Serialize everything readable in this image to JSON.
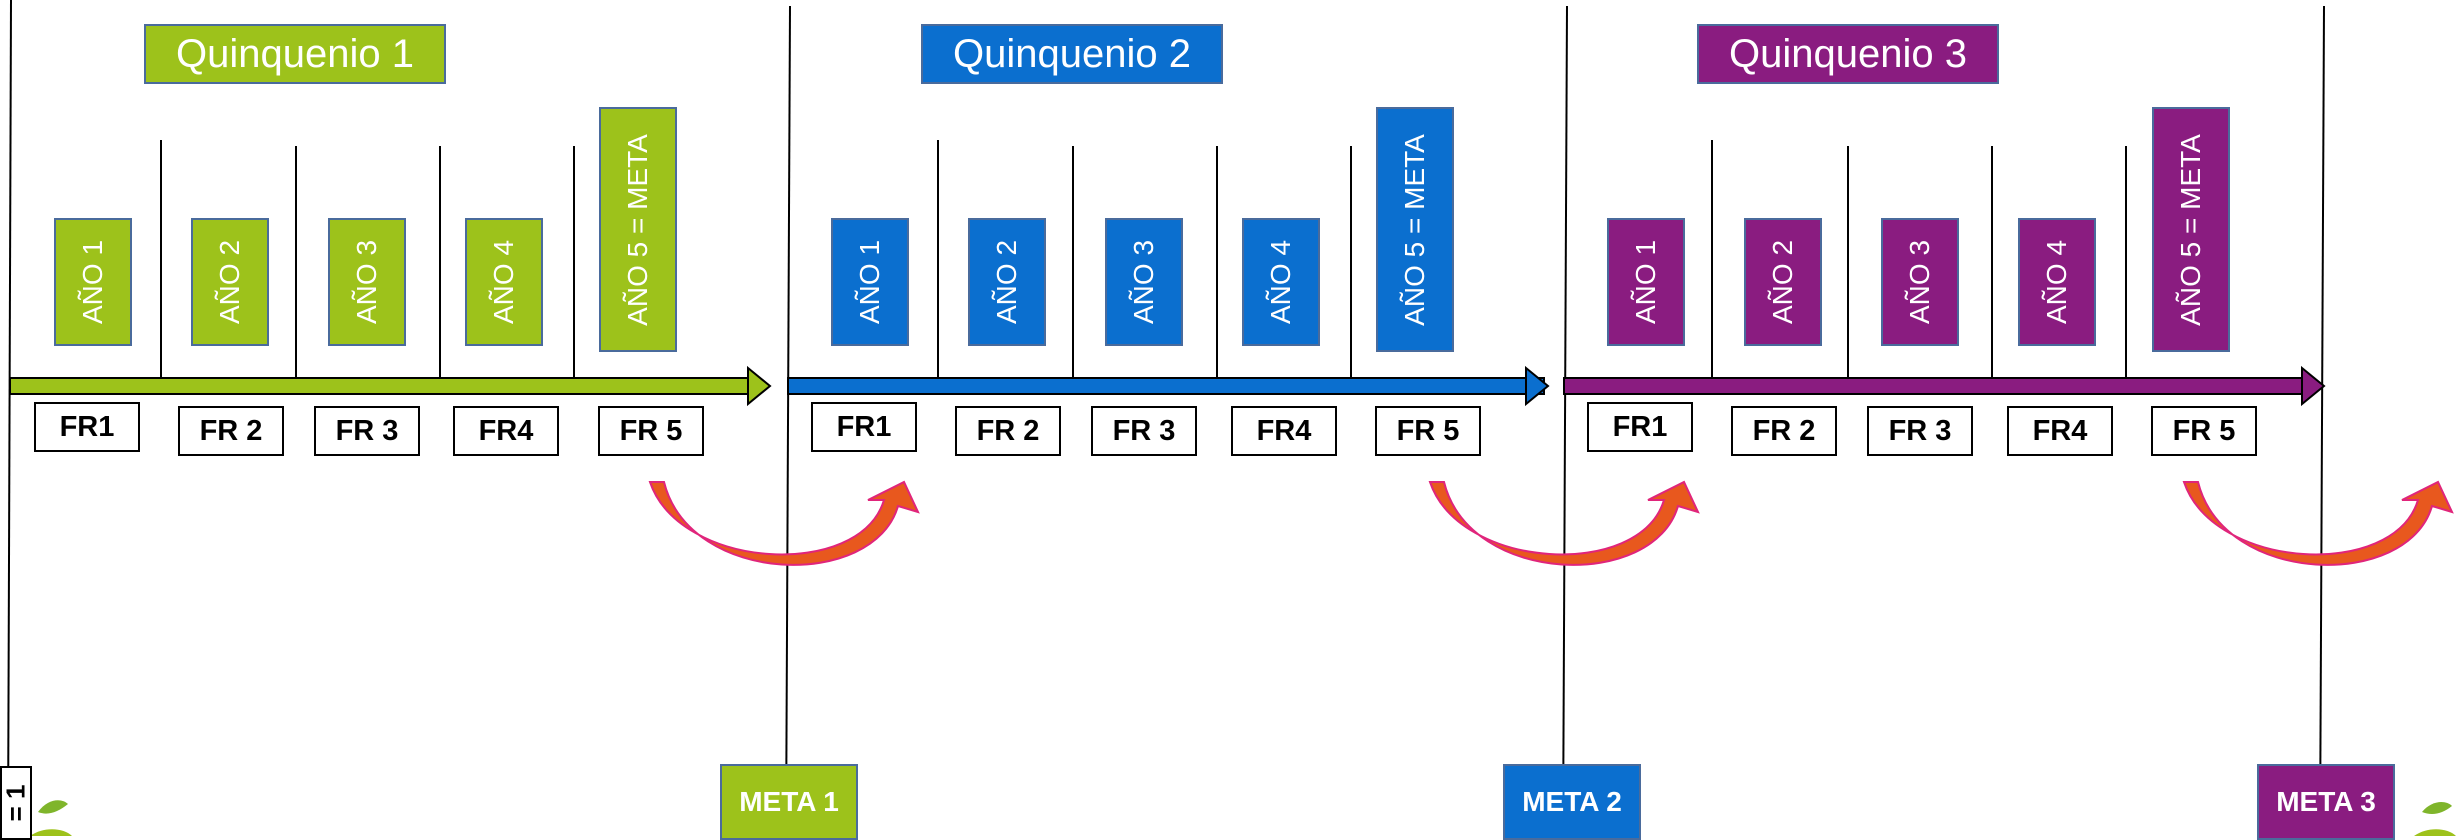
{
  "colors": {
    "q1": "#9dc21b",
    "q2": "#0b6fcf",
    "q3": "#8a1c80",
    "curve": "#e8581e",
    "curve_edge": "#e0257b",
    "line": "#000000"
  },
  "quinquenios": [
    {
      "title": "Quinquenio 1",
      "years": [
        "AÑO 1",
        "AÑO 2",
        "AÑO 3",
        "AÑO 4",
        "AÑO 5 = META"
      ],
      "fr": [
        "FR1",
        "FR 2",
        "FR 3",
        "FR4",
        "FR 5"
      ],
      "meta": "META 1"
    },
    {
      "title": "Quinquenio 2",
      "years": [
        "AÑO 1",
        "AÑO 2",
        "AÑO 3",
        "AÑO 4",
        "AÑO 5 = META"
      ],
      "fr": [
        "FR1",
        "FR 2",
        "FR 3",
        "FR4",
        "FR 5"
      ],
      "meta": "META 2"
    },
    {
      "title": "Quinquenio 3",
      "years": [
        "AÑO 1",
        "AÑO 2",
        "AÑO 3",
        "AÑO 4",
        "AÑO 5 = META"
      ],
      "fr": [
        "FR1",
        "FR 2",
        "FR 3",
        "FR4",
        "FR 5"
      ],
      "meta": "META 3"
    }
  ],
  "corner_text": "= 1",
  "icons": {
    "curve_arrow": "curved-arrow-icon",
    "leaf": "leaf-icon"
  }
}
